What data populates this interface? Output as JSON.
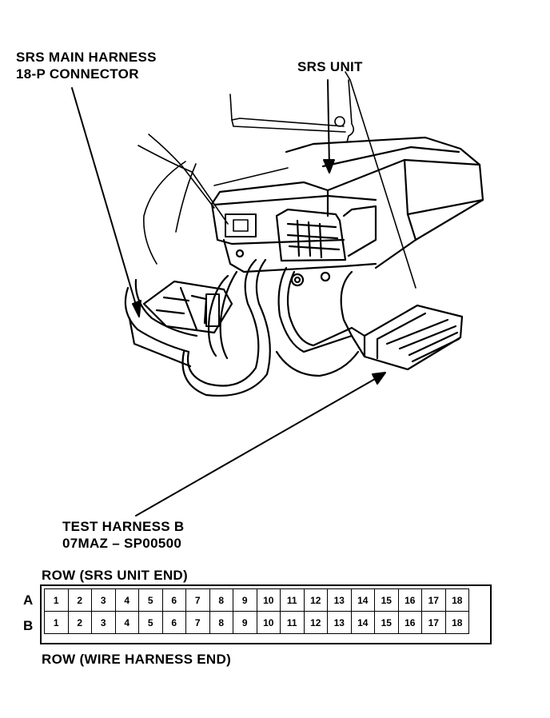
{
  "labels": {
    "connector_line1": "SRS MAIN HARNESS",
    "connector_line2": "18-P CONNECTOR",
    "srs_unit": "SRS UNIT",
    "test_harness_line1": "TEST HARNESS B",
    "test_harness_line2": "07MAZ – SP00500",
    "row_top_caption": "ROW (SRS UNIT END)",
    "row_bottom_caption": "ROW (WIRE HARNESS END)"
  },
  "pin_table": {
    "rows": [
      {
        "letter": "A",
        "pins": [
          "1",
          "2",
          "3",
          "4",
          "5",
          "6",
          "7",
          "8",
          "9",
          "10",
          "11",
          "12",
          "13",
          "14",
          "15",
          "16",
          "17",
          "18"
        ]
      },
      {
        "letter": "B",
        "pins": [
          "1",
          "2",
          "3",
          "4",
          "5",
          "6",
          "7",
          "8",
          "9",
          "10",
          "11",
          "12",
          "13",
          "14",
          "15",
          "16",
          "17",
          "18"
        ]
      }
    ]
  }
}
